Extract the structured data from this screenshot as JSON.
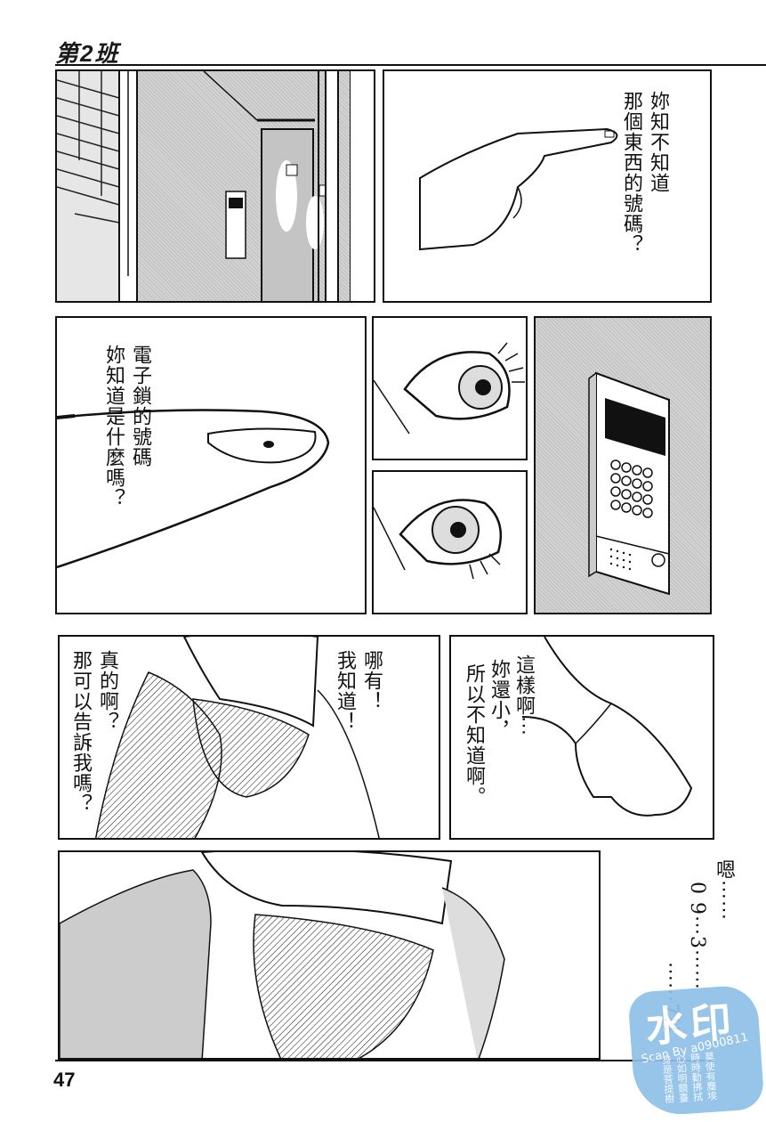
{
  "page": {
    "chapter_title": "第2班",
    "page_number": "47"
  },
  "panels": [
    {
      "id": "p1",
      "description": "Hallway with electronic lock keypad beside door",
      "dialogue": []
    },
    {
      "id": "p2",
      "description": "Pointing finger",
      "dialogue": [
        "妳知不知道",
        "那個東西的號碼？"
      ]
    },
    {
      "id": "p3",
      "description": "Close-up of fingertip",
      "dialogue": [
        "電子鎖的號碼",
        "妳知道是什麼嗎？"
      ]
    },
    {
      "id": "p4",
      "description": "Close-up eye looking right",
      "dialogue": []
    },
    {
      "id": "p5",
      "description": "Close-up eye looking left",
      "dialogue": []
    },
    {
      "id": "p6",
      "description": "Electronic lock keypad with display and speaker",
      "dialogue": []
    },
    {
      "id": "p7",
      "description": "Man in cap, shaded face",
      "dialogue": [
        "真的啊？",
        "那可以告訴我嗎？",
        "哪有！",
        "我知道！"
      ]
    },
    {
      "id": "p8",
      "description": "Fist / hand",
      "dialogue": [
        "這樣啊⋯",
        "妳還小，",
        "所以不知道啊。"
      ]
    },
    {
      "id": "p9",
      "description": "Man in cap, close-up leaning down",
      "dialogue": [
        "嗯⋯⋯",
        "0 9⋯3⋯⋯",
        "⋯⋯7!!"
      ]
    }
  ],
  "watermark": {
    "title": "水印",
    "scan_credit": "Scan By a0900811",
    "poem": [
      "莫使有塵埃",
      "時時勤拂拭",
      "心如明鏡臺",
      "身是菩提樹"
    ],
    "color": "#8fbfe8"
  },
  "colors": {
    "ink": "#111111",
    "screentone": "#c8c8c8",
    "paper": "#ffffff"
  }
}
